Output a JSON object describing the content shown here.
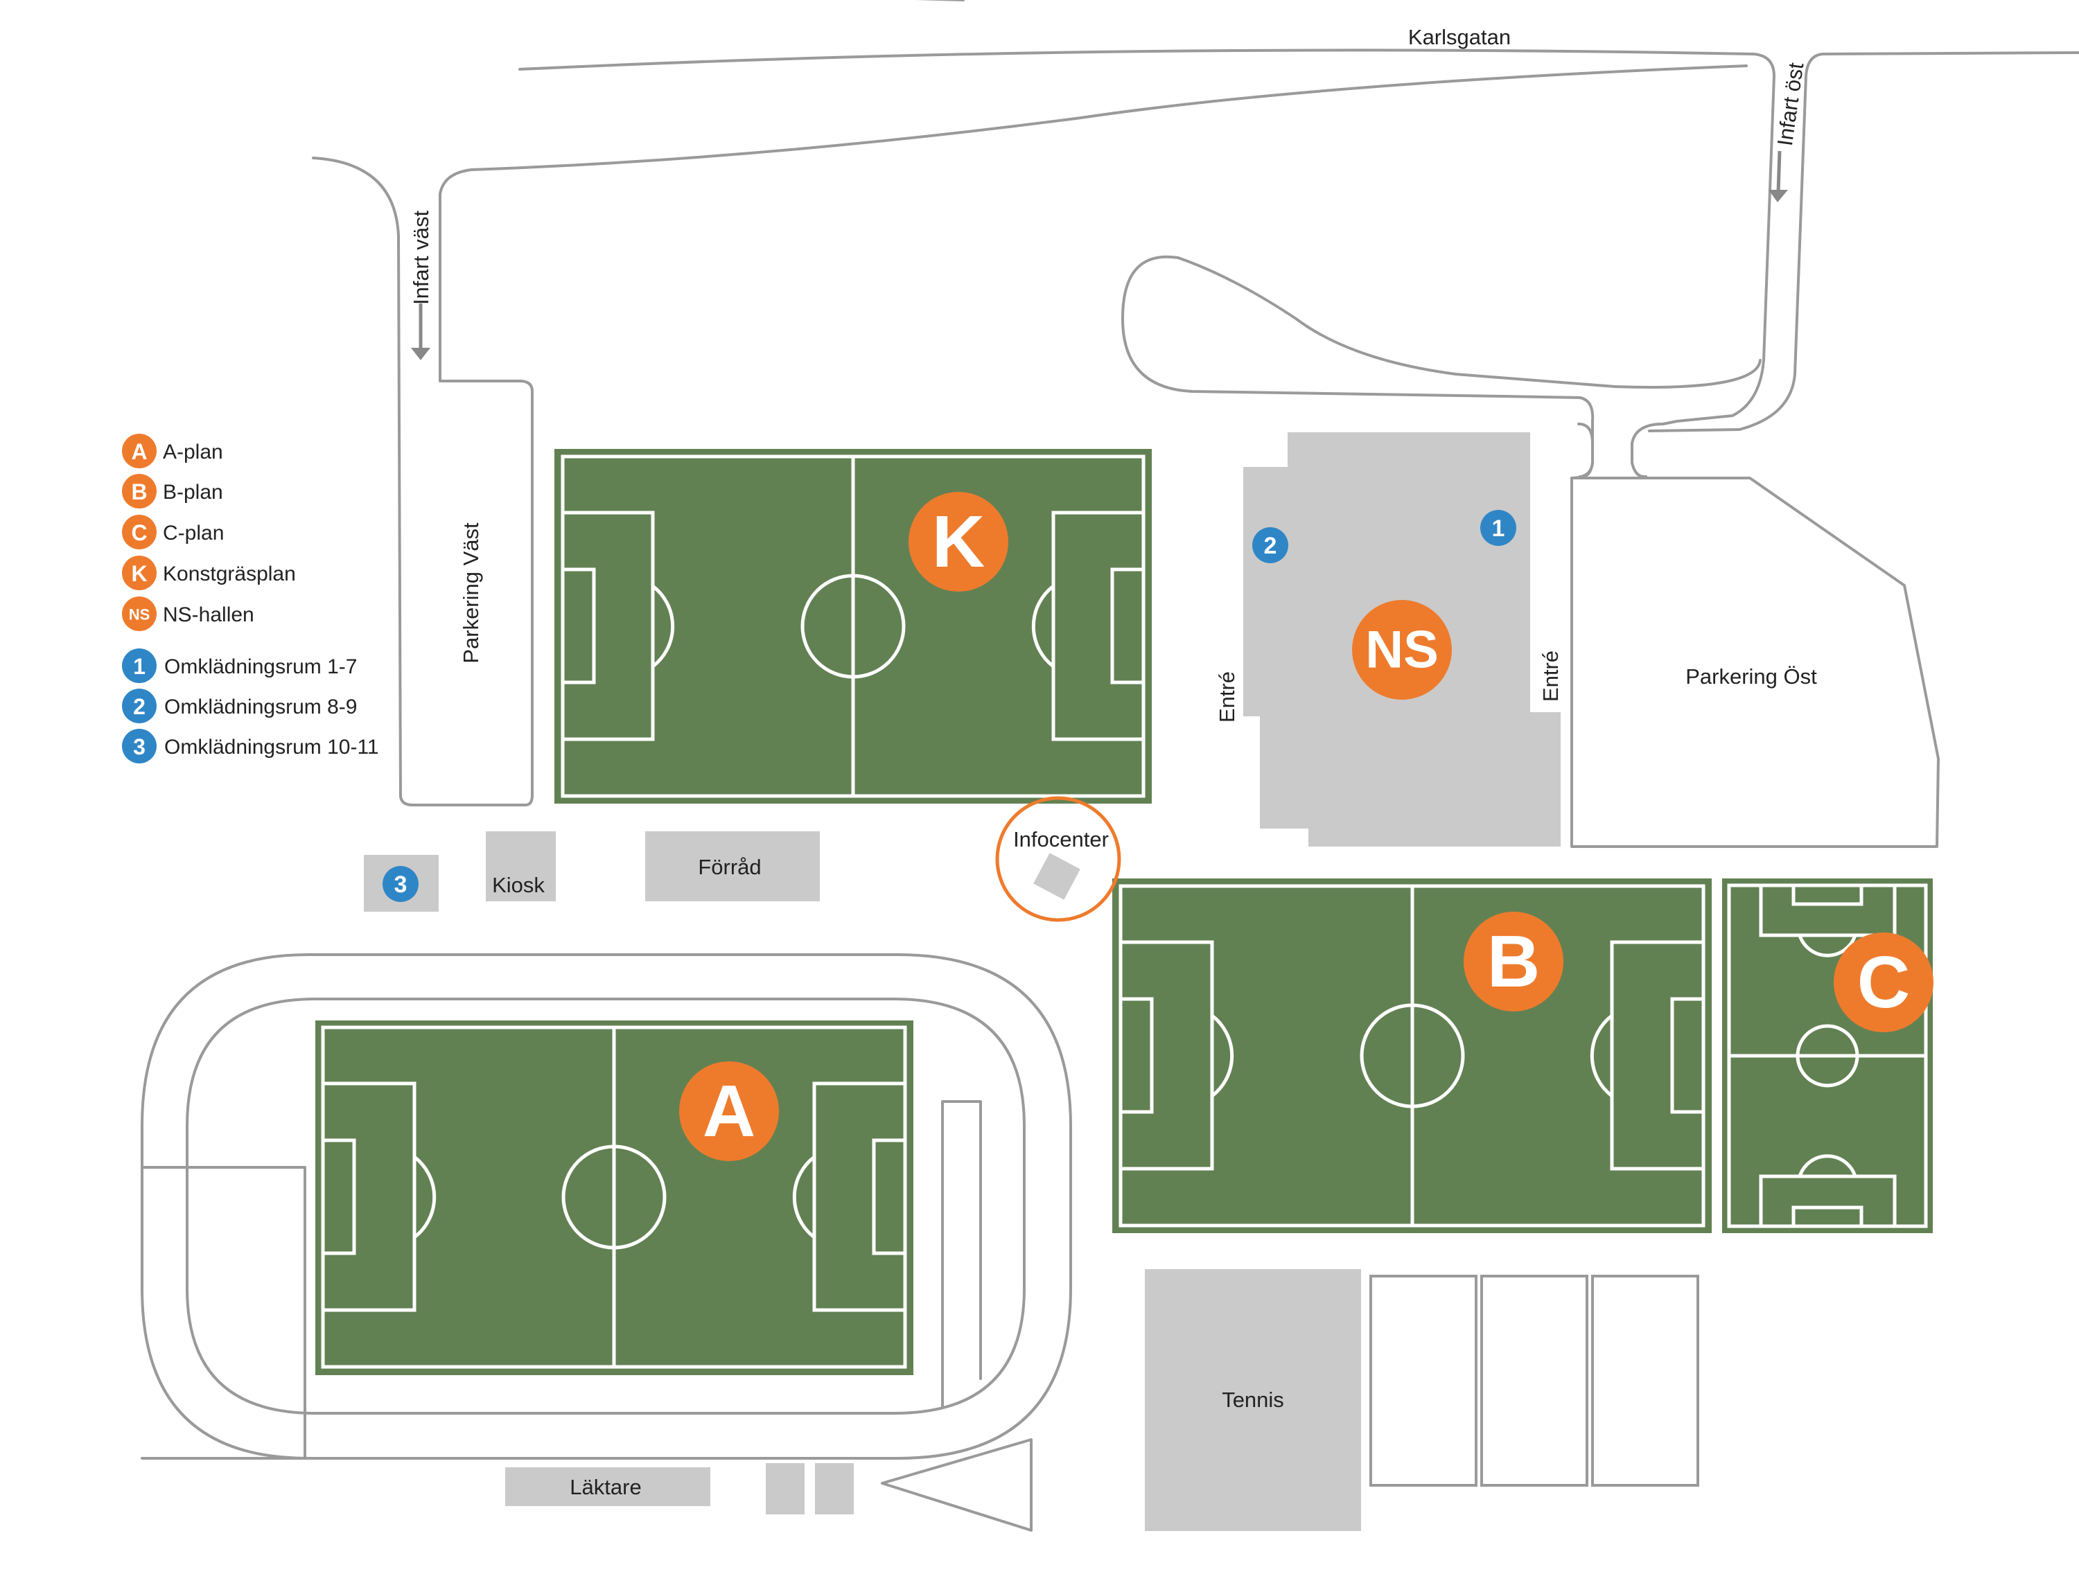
{
  "colors": {
    "orange": "#ee7b2c",
    "blue": "#2f86c6",
    "pitch": "#628153",
    "building": "#cbcaca",
    "road": "#9a9a9a"
  },
  "streets": {
    "karlsgatan": "Karlsgatan",
    "infart_vast": "Infart väst",
    "infart_ost": "Infart öst"
  },
  "parking": {
    "vast": "Parkering Väst",
    "ost": "Parkering Öst"
  },
  "buildings": {
    "kiosk": "Kiosk",
    "forrad": "Förråd",
    "infocenter": "Infocenter",
    "laktare": "Läktare",
    "tennis": "Tennis",
    "entre_left": "Entré",
    "entre_right": "Entré"
  },
  "markers": {
    "A": "A",
    "B": "B",
    "C": "C",
    "K": "K",
    "NS": "NS",
    "room1": "1",
    "room2": "2",
    "room3": "3"
  },
  "legend": {
    "items": [
      {
        "badge": "A",
        "label": "A-plan",
        "color": "orange"
      },
      {
        "badge": "B",
        "label": "B-plan",
        "color": "orange"
      },
      {
        "badge": "C",
        "label": "C-plan",
        "color": "orange"
      },
      {
        "badge": "K",
        "label": "Konstgräsplan",
        "color": "orange"
      },
      {
        "badge": "NS",
        "label": "NS-hallen",
        "color": "orange"
      },
      {
        "badge": "1",
        "label": "Omklädningsrum 1-7",
        "color": "blue"
      },
      {
        "badge": "2",
        "label": "Omklädningsrum 8-9",
        "color": "blue"
      },
      {
        "badge": "3",
        "label": "Omklädningsrum 10-11",
        "color": "blue"
      }
    ]
  }
}
